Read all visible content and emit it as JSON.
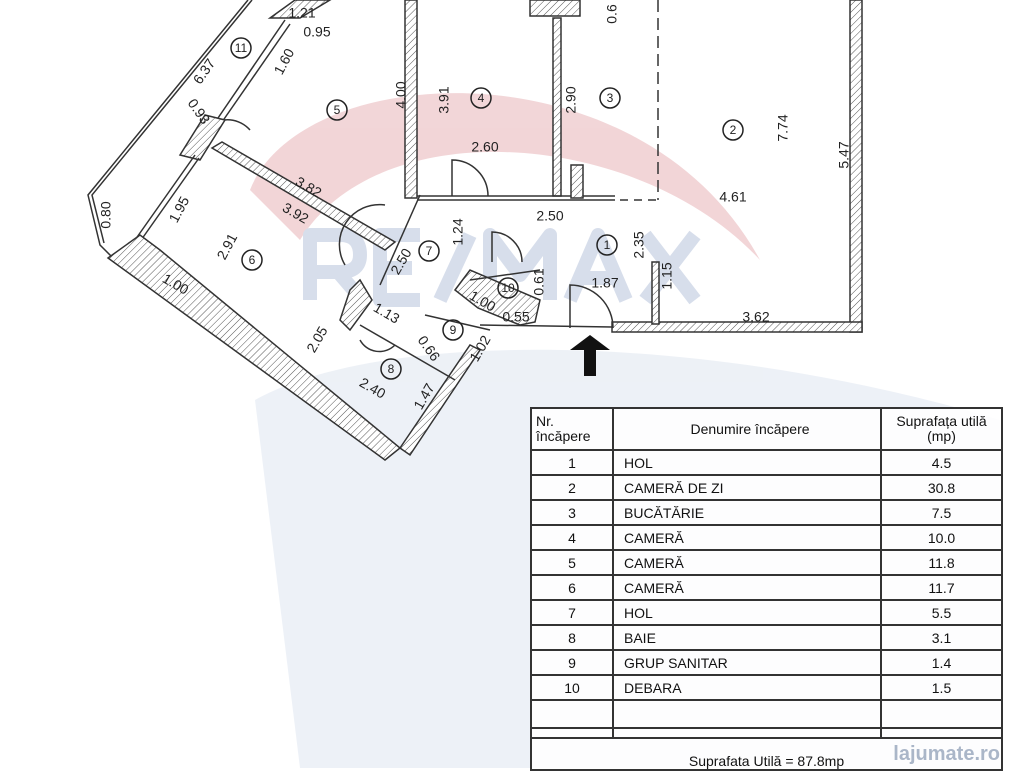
{
  "plan": {
    "dimensions": [
      "1.21",
      "0.95",
      "6.37",
      "1.60",
      "0.93",
      "4.00",
      "3.91",
      "2.90",
      "7.74",
      "5.47",
      "2.60",
      "3.82",
      "3.92",
      "1.95",
      "0.80",
      "2.91",
      "4.61",
      "2.50",
      "1.24",
      "2.50",
      "2.35",
      "1.15",
      "1.87",
      "0.61",
      "1.00",
      "1.13",
      "1.00",
      "0.55",
      "3.62",
      "2.05",
      "0.66",
      "1.02",
      "2.40",
      "1.47",
      "0.6"
    ],
    "room_markers": [
      "11",
      "5",
      "4",
      "3",
      "2",
      "6",
      "7",
      "1",
      "10",
      "9",
      "8"
    ],
    "entrance_icon": "arrow-up-icon",
    "watermark_colors": {
      "red": "#e8b4b8",
      "blue": "#b8c4dc"
    },
    "watermark_brand": "RE/MAX"
  },
  "table": {
    "headers": {
      "nr": "Nr. încăpere",
      "name": "Denumire încăpere",
      "area": "Suprafața utilă (mp)"
    },
    "rows": [
      {
        "nr": "1",
        "name": "HOL",
        "area": "4.5"
      },
      {
        "nr": "2",
        "name": "CAMERĂ DE ZI",
        "area": "30.8"
      },
      {
        "nr": "3",
        "name": "BUCĂTĂRIE",
        "area": "7.5"
      },
      {
        "nr": "4",
        "name": "CAMERĂ",
        "area": "10.0"
      },
      {
        "nr": "5",
        "name": "CAMERĂ",
        "area": "11.8"
      },
      {
        "nr": "6",
        "name": "CAMERĂ",
        "area": "11.7"
      },
      {
        "nr": "7",
        "name": "HOL",
        "area": "5.5"
      },
      {
        "nr": "8",
        "name": "BAIE",
        "area": "3.1"
      },
      {
        "nr": "9",
        "name": "GRUP SANITAR",
        "area": "1.4"
      },
      {
        "nr": "10",
        "name": "DEBARA",
        "area": "1.5"
      }
    ],
    "total": "Suprafata Utilă = 87.8mp"
  },
  "watermark": "lajumate.ro"
}
